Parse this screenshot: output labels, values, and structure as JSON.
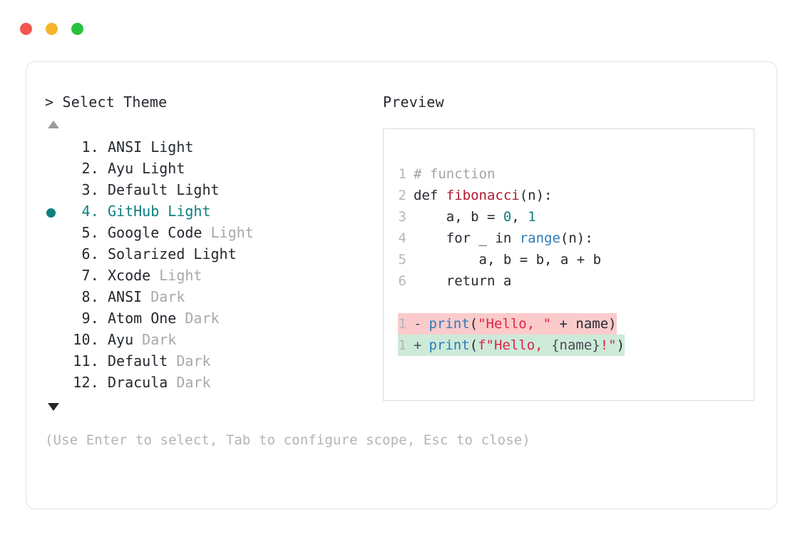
{
  "window": {
    "dots": [
      {
        "name": "close",
        "color": "#f4554e"
      },
      {
        "name": "minimize",
        "color": "#f5b52a"
      },
      {
        "name": "maximize",
        "color": "#28c23e"
      }
    ]
  },
  "prompt": {
    "marker": ">",
    "title": "Select Theme",
    "scroll_up": "▲",
    "scroll_down": "▼"
  },
  "theme_list": {
    "selected_index": 4,
    "items": [
      {
        "index": "1.",
        "name": "ANSI",
        "suffix": "Light",
        "suffix_dim": false
      },
      {
        "index": "2.",
        "name": "Ayu",
        "suffix": "Light",
        "suffix_dim": false
      },
      {
        "index": "3.",
        "name": "Default",
        "suffix": "Light",
        "suffix_dim": false
      },
      {
        "index": "4.",
        "name": "GitHub",
        "suffix": "Light",
        "suffix_dim": false
      },
      {
        "index": "5.",
        "name": "Google Code",
        "suffix": "Light",
        "suffix_dim": true
      },
      {
        "index": "6.",
        "name": "Solarized",
        "suffix": "Light",
        "suffix_dim": false
      },
      {
        "index": "7.",
        "name": "Xcode",
        "suffix": "Light",
        "suffix_dim": true
      },
      {
        "index": "8.",
        "name": "ANSI",
        "suffix": "Dark",
        "suffix_dim": true
      },
      {
        "index": "9.",
        "name": "Atom One",
        "suffix": "Dark",
        "suffix_dim": true
      },
      {
        "index": "10.",
        "name": "Ayu",
        "suffix": "Dark",
        "suffix_dim": true
      },
      {
        "index": "11.",
        "name": "Default",
        "suffix": "Dark",
        "suffix_dim": true
      },
      {
        "index": "12.",
        "name": "Dracula",
        "suffix": "Dark",
        "suffix_dim": true
      }
    ]
  },
  "hint": "(Use Enter to select, Tab to configure scope, Esc to close)",
  "preview": {
    "title": "Preview",
    "code_lines": [
      {
        "n": "1",
        "tokens": [
          {
            "t": "# function",
            "c": "tok-comment"
          }
        ]
      },
      {
        "n": "2",
        "tokens": [
          {
            "t": "def ",
            "c": "tok-kw"
          },
          {
            "t": "fibonacci",
            "c": "tok-fn"
          },
          {
            "t": "(n):",
            "c": "tok-plain"
          }
        ]
      },
      {
        "n": "3",
        "tokens": [
          {
            "t": "    a, b = ",
            "c": "tok-plain"
          },
          {
            "t": "0",
            "c": "tok-num"
          },
          {
            "t": ", ",
            "c": "tok-plain"
          },
          {
            "t": "1",
            "c": "tok-num"
          }
        ]
      },
      {
        "n": "4",
        "tokens": [
          {
            "t": "    for _ in ",
            "c": "tok-plain"
          },
          {
            "t": "range",
            "c": "tok-builtin"
          },
          {
            "t": "(n):",
            "c": "tok-plain"
          }
        ]
      },
      {
        "n": "5",
        "tokens": [
          {
            "t": "        a, b = b, a + b",
            "c": "tok-plain"
          }
        ]
      },
      {
        "n": "6",
        "tokens": [
          {
            "t": "    return a",
            "c": "tok-plain"
          }
        ]
      }
    ],
    "diff_lines": [
      {
        "n": "1",
        "kind": "removed",
        "sign": "-",
        "tokens": [
          {
            "t": "print",
            "c": "tok-call"
          },
          {
            "t": "(",
            "c": "tok-plain"
          },
          {
            "t": "\"Hello, \"",
            "c": "tok-str"
          },
          {
            "t": " + name)",
            "c": "tok-plain"
          }
        ]
      },
      {
        "n": "1",
        "kind": "added",
        "sign": "+",
        "tokens": [
          {
            "t": "print",
            "c": "tok-call"
          },
          {
            "t": "(",
            "c": "tok-plain"
          },
          {
            "t": "f\"Hello, ",
            "c": "tok-str"
          },
          {
            "t": "{name}",
            "c": "tok-var"
          },
          {
            "t": "!\"",
            "c": "tok-str"
          },
          {
            "t": ")",
            "c": "tok-plain"
          }
        ]
      }
    ]
  },
  "colors": {
    "accent_teal": "#0d7f80",
    "diff_removed_bg": "#fbcbcb",
    "diff_added_bg": "#cdead9",
    "dim_text": "#a9a9ad",
    "body_text": "#24292f"
  }
}
